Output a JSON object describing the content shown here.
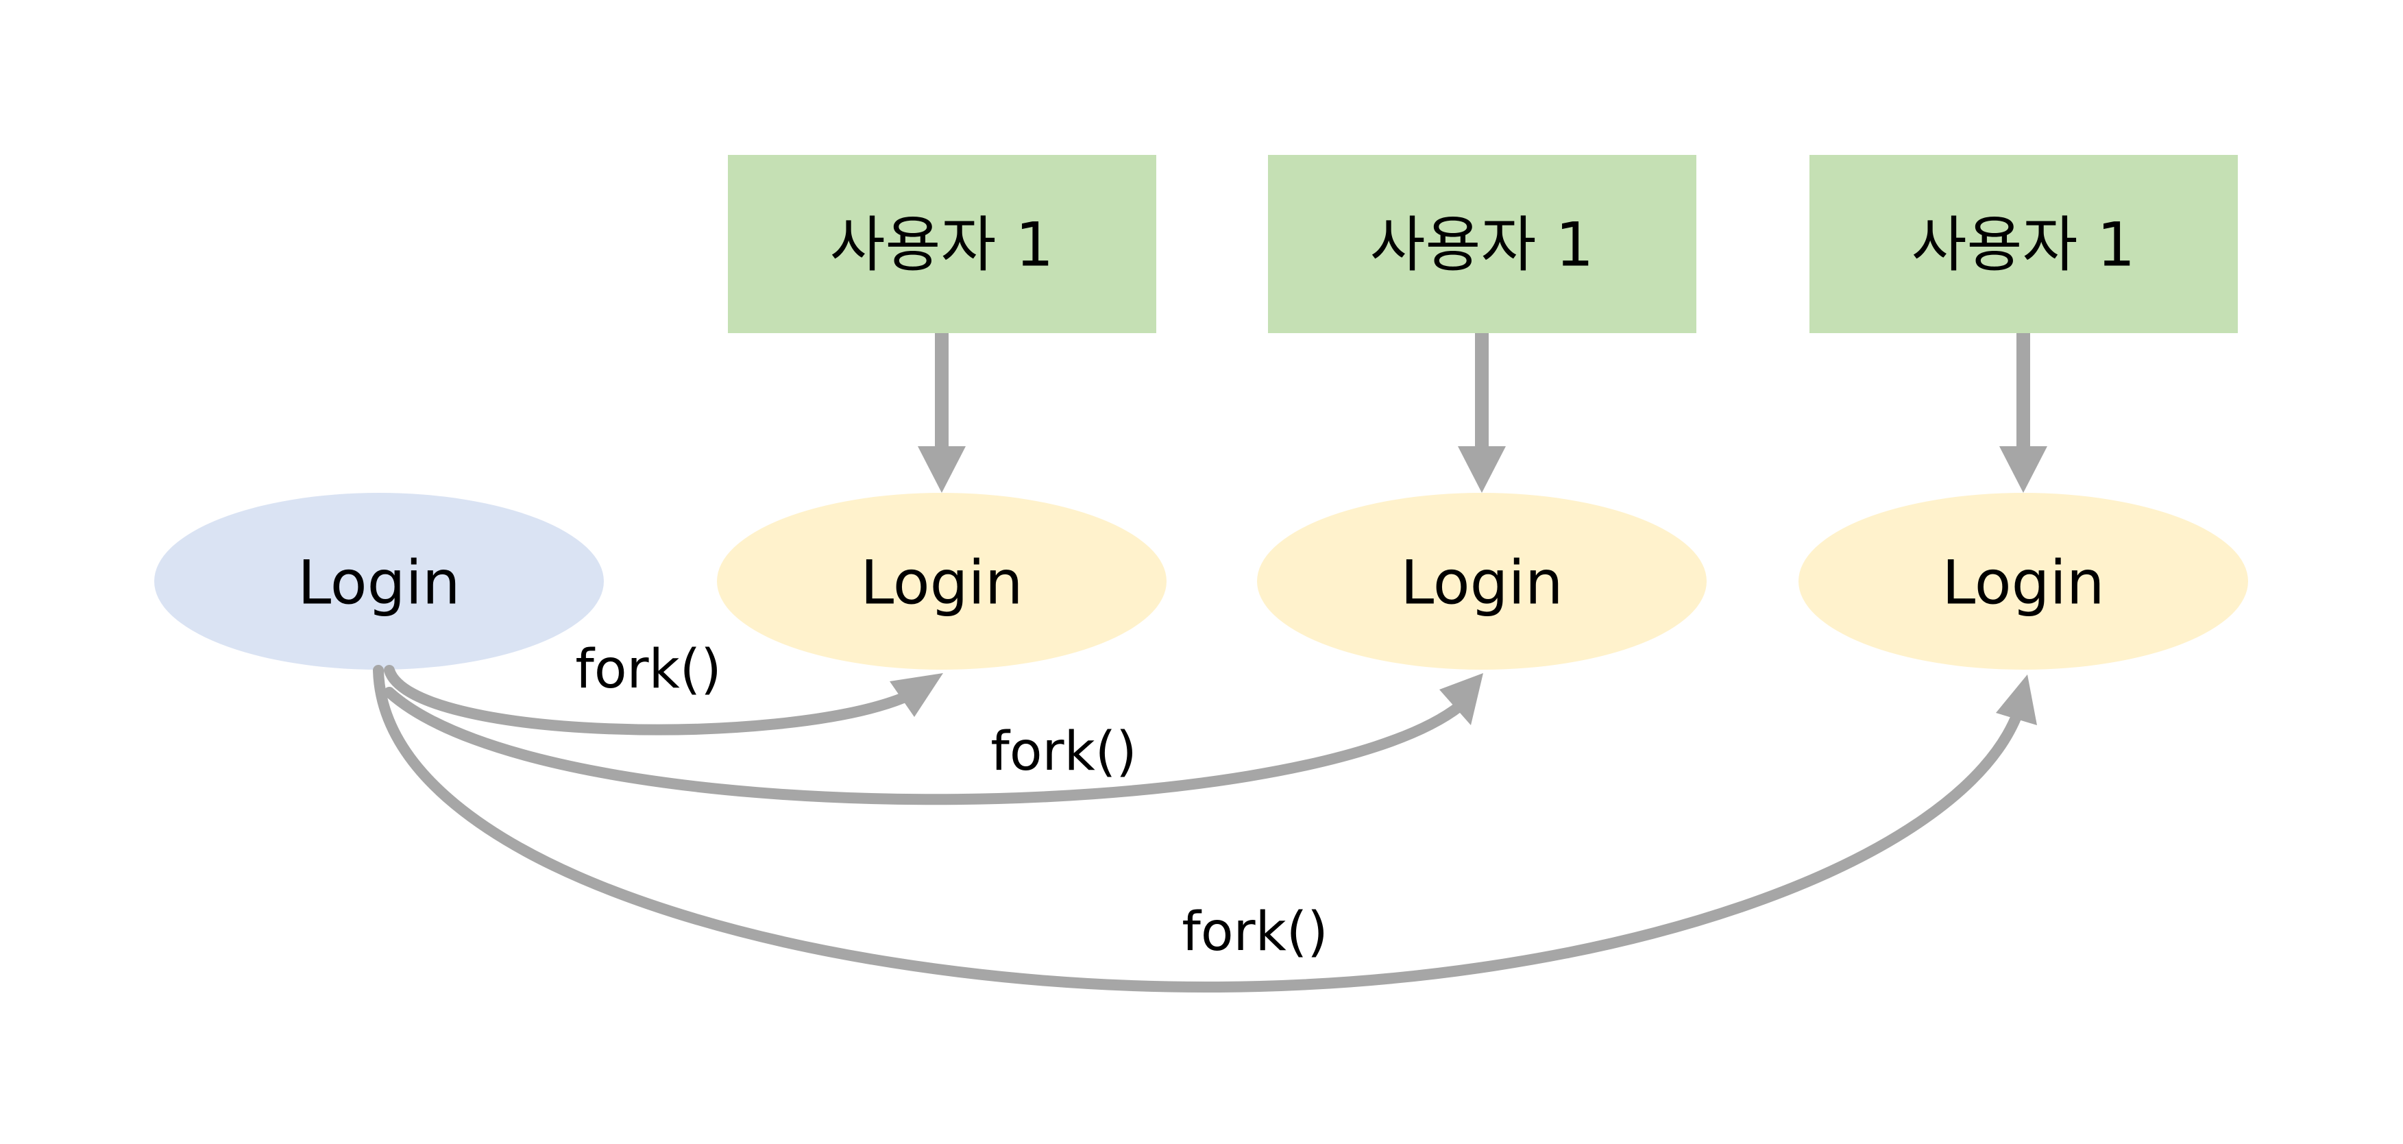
{
  "colors": {
    "user_box": "#c5e0b4",
    "parent_login": "#dae3f3",
    "child_login": "#fff2cc",
    "arrow": "#a6a6a6",
    "text": "#000000"
  },
  "nodes": {
    "parent_login": {
      "label": "Login"
    },
    "users": [
      {
        "label": "사용자 1"
      },
      {
        "label": "사용자 1"
      },
      {
        "label": "사용자 1"
      }
    ],
    "children": [
      {
        "label": "Login"
      },
      {
        "label": "Login"
      },
      {
        "label": "Login"
      }
    ]
  },
  "edges": {
    "fork": [
      {
        "label": "fork()",
        "to": "child-login-1"
      },
      {
        "label": "fork()",
        "to": "child-login-2"
      },
      {
        "label": "fork()",
        "to": "child-login-3"
      }
    ],
    "user_to_login": [
      {
        "from": "user-box-1",
        "to": "child-login-1"
      },
      {
        "from": "user-box-2",
        "to": "child-login-2"
      },
      {
        "from": "user-box-3",
        "to": "child-login-3"
      }
    ]
  }
}
